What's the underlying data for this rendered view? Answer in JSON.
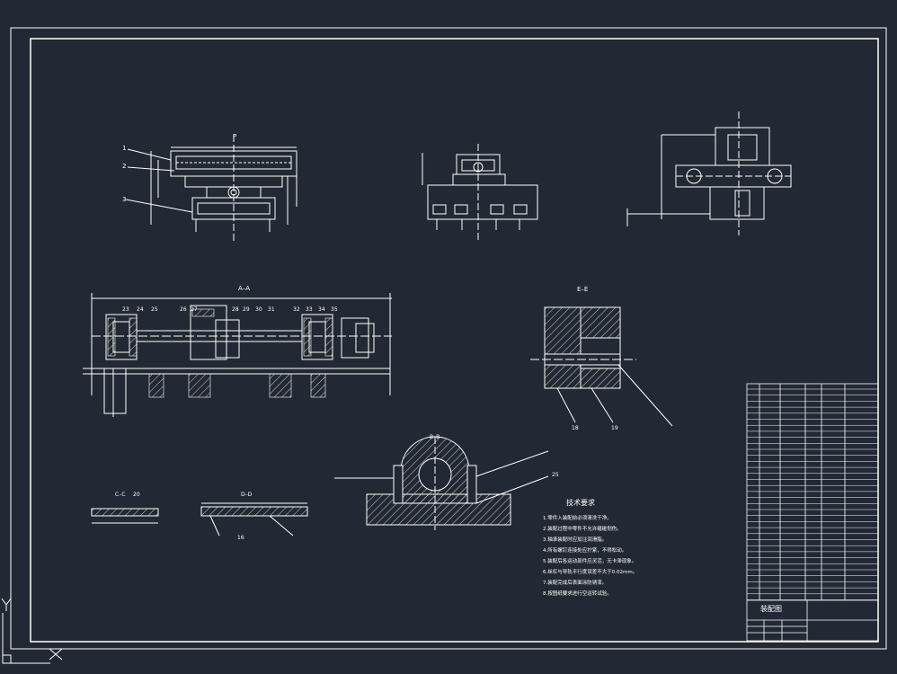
{
  "colors": {
    "background": "#222834",
    "line": "#ffffff",
    "dim_line": "#d7d7d7",
    "hatch": "#cfcfcf"
  },
  "views": {
    "top_left_letter": "P",
    "section_aa": "A–A",
    "section_bb": "B–B",
    "section_cc": "C–C",
    "section_dd": "D–D",
    "section_ee": "E–E"
  },
  "callouts": {
    "p_view": [
      "1",
      "2",
      "3"
    ],
    "aa_top": [
      "23",
      "24",
      "25",
      "26",
      "27",
      "28",
      "29",
      "30",
      "31",
      "32",
      "33",
      "34",
      "35"
    ],
    "ee_bottom": [
      "18",
      "19"
    ],
    "cc": [
      "20"
    ],
    "dd": [
      "16"
    ],
    "bb": [
      "25"
    ]
  },
  "tech_requirements": {
    "title": "技术要求",
    "lines": [
      "1.零件入装配前必须清洗干净。",
      "2.装配过程中零件不允许磕碰划伤。",
      "3.轴承装配时应加注润滑脂。",
      "4.所有螺钉连接处应拧紧，不得松动。",
      "5.装配后各运动部件应灵活，无卡滞现象。",
      "6.丝杠与导轨平行度误差不大于0.02mm。",
      "7.装配完成后表面涂防锈漆。",
      "8.按图纸要求进行空运转试验。"
    ]
  },
  "title_block": {
    "drawing_name": "装配图"
  },
  "coords_icon": {
    "x_label": "X",
    "y_label": "Y"
  }
}
